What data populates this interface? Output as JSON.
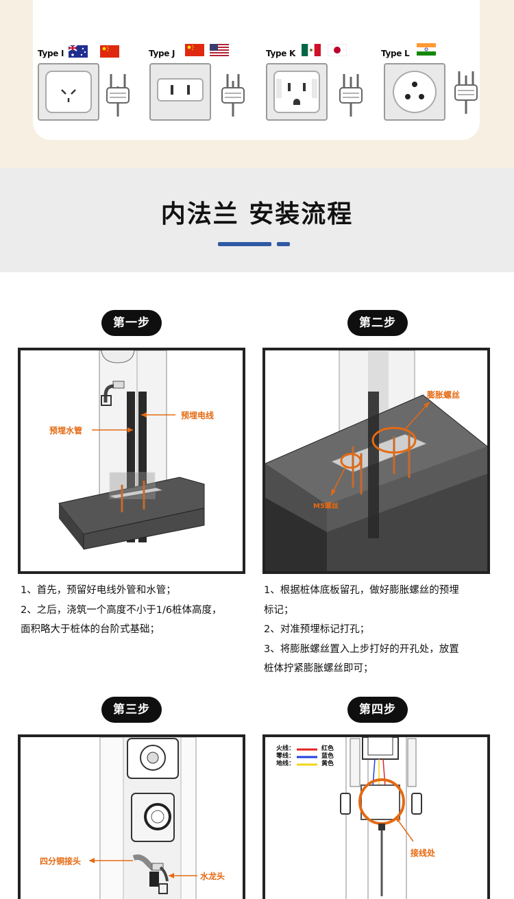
{
  "plug_types": [
    {
      "label": "Type I",
      "flags": [
        "Australia",
        "China"
      ]
    },
    {
      "label": "Type J",
      "flags": [
        "China",
        "USA"
      ]
    },
    {
      "label": "Type K",
      "flags": [
        "Mexico",
        "Japan"
      ]
    },
    {
      "label": "Type L",
      "flags": [
        "India"
      ]
    }
  ],
  "section": {
    "title": "内法兰 安装流程",
    "accent_color": "#2f59a4"
  },
  "steps": [
    {
      "pill": "第一步",
      "callouts": [
        "预埋电线",
        "预埋水管"
      ],
      "lines": [
        "1、首先，预留好电线外管和水管；",
        "2、之后，浇筑一个高度不小于1/6桩体高度，",
        "面积略大于桩体的台阶式基础；"
      ]
    },
    {
      "pill": "第二步",
      "callouts": [
        "膨胀螺丝",
        "M5螺丝"
      ],
      "lines": [
        "1、根据桩体底板留孔，做好膨胀螺丝的预埋",
        "标记；",
        "2、对准预埋标记打孔；",
        "3、将膨胀螺丝置入上步打好的开孔处，放置",
        "桩体拧紧膨胀螺丝即可；"
      ]
    },
    {
      "pill": "第三步",
      "callouts": [
        "四分铜接头",
        "水龙头"
      ]
    },
    {
      "pill": "第四步",
      "callouts": [
        "接线处"
      ],
      "wires": [
        {
          "name": "火线：",
          "color_name": "红色",
          "color": "#e52222"
        },
        {
          "name": "零线：",
          "color_name": "蓝色",
          "color": "#1f3fe0"
        },
        {
          "name": "地线：",
          "color_name": "黄色",
          "color": "#f2d51a"
        }
      ]
    }
  ],
  "colors": {
    "callout": "#e56a12",
    "top_background": "#f7efe1",
    "band_background": "#ececec"
  }
}
